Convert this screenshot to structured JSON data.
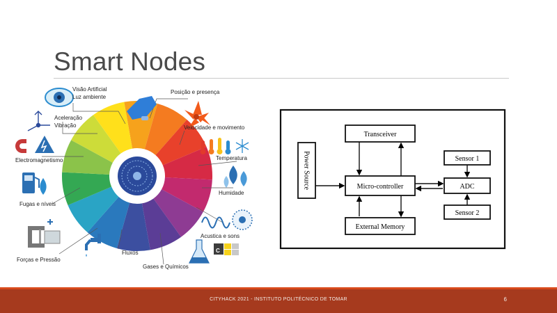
{
  "slide": {
    "title": "Smart Nodes",
    "page_number": "6"
  },
  "footer": {
    "text": "CITYHACK 2021 - INSTITUTO POLITÉCNICO DE TOMAR"
  },
  "wheel": {
    "labels": {
      "visao": "Visão Artificial",
      "luz": "Luz ambiente",
      "posicao": "Posição e presença",
      "aceleracao": "Aceleração",
      "vibracao": "Vibração",
      "velocidade": "Velocidade e movimento",
      "electromagnetismo": "Electromagnetismo",
      "temperatura": "Temperatura",
      "humidade": "Humidade",
      "fugas": "Fugas e níveis",
      "acustica": "Acustica e sons",
      "forcas": "Forças e Pressão",
      "fluxos": "Fluxos",
      "gases": "Gases e Químicos"
    },
    "icons": [
      "eye-icon",
      "hand-touch-icon",
      "accelerometer-icon",
      "fan-icon",
      "magnet-warning-icon",
      "thermometers-icon",
      "snowflake-icon",
      "fuel-pump-icon",
      "water-drops-icon",
      "sound-wave-icon",
      "clamp-icon",
      "faucet-icon",
      "flask-icon",
      "periodic-table-icon"
    ],
    "colors": [
      "#f6a21c",
      "#f47b20",
      "#e8412b",
      "#d62a45",
      "#c22a6e",
      "#8e3b93",
      "#5b3d96",
      "#3c4fa0",
      "#2a79bd",
      "#2aa4c5",
      "#34a853",
      "#8bc34a",
      "#cddc39",
      "#ffe01b"
    ]
  },
  "block_diagram": {
    "power_source": "Power Source",
    "transceiver": "Transceiver",
    "microcontroller": "Micro-controller",
    "external_memory": "External Memory",
    "sensor1": "Sensor 1",
    "adc": "ADC",
    "sensor2": "Sensor 2"
  }
}
